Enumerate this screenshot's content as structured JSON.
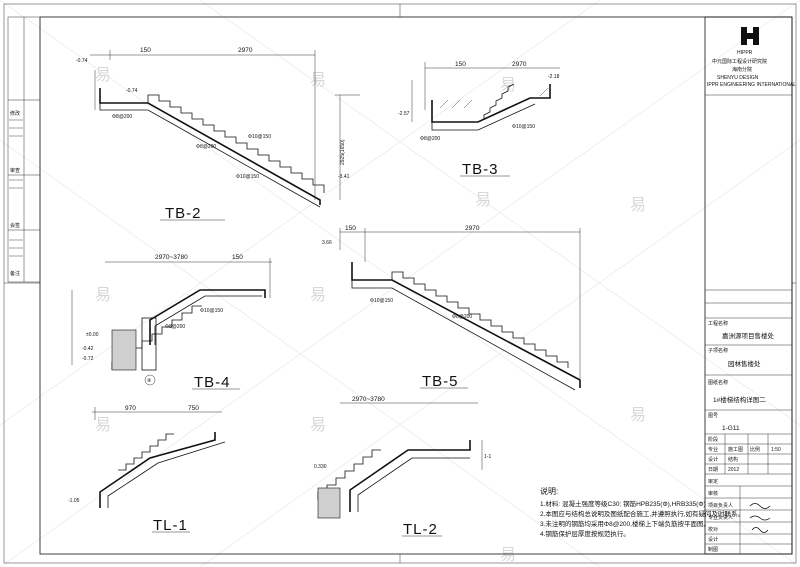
{
  "drawing": {
    "views": [
      {
        "id": "TB-2",
        "title": "TB-2"
      },
      {
        "id": "TB-3",
        "title": "TB-3"
      },
      {
        "id": "TB-4",
        "title": "TB-4"
      },
      {
        "id": "TB-5",
        "title": "TB-5"
      },
      {
        "id": "TL-1",
        "title": "TL-1"
      },
      {
        "id": "TL-2",
        "title": "TL-2"
      }
    ],
    "dimensions": {
      "tb2_top_left": "150",
      "tb2_top_right": "2970",
      "tb2_height": "2925(1650)",
      "tb2_level_top": "-0.74",
      "tb2_level_mid": "-0.74",
      "tb2_level_bottom": "-3.41",
      "tb2_bar1": "Φ8@200",
      "tb2_bar2": "Φ8@200",
      "tb2_bar3": "Φ10@150",
      "tb2_bar4": "Φ10@150",
      "tb3_top": "2970",
      "tb3_left": "150",
      "tb3_level": "-2.18",
      "tb3_level2": "-2.57",
      "tb3_bar": "Φ8@200",
      "tb3_bar2": "Φ10@150",
      "tb4_top": "2970~3780",
      "tb4_right": "150",
      "tb4_level": "±0.00",
      "tb4_level2": "-0.42",
      "tb4_level3": "-0.72",
      "tb4_bar": "Φ10@150",
      "tb4_bar2": "Φ8@200",
      "tb4_axis": "⑧",
      "tb5_left": "150",
      "tb5_top": "2970",
      "tb5_level": "3.66",
      "tb5_bar": "Φ10@150",
      "tb5_bar2": "Φ8@200",
      "tl1_top": "970",
      "tl1_right": "750",
      "tl1_level": "-1.05",
      "tl2_top": "2970~3780",
      "tl2_level": "0.330",
      "tl2_sec": "1-1"
    },
    "notes_title": "说明:",
    "notes": [
      "1.材料: 混凝土强度等级C30; 钢筋HPB235(Φ),HRB335(Φ)",
      "2.本图应与结构总说明及图纸配合施工,并遵照执行,如有疑问及时联系。",
      "3.未注明的钢筋均采用Φ8@200,楼梯上下端负筋按平面图。",
      "4.钢筋保护层厚度按规范执行。"
    ]
  },
  "title_block": {
    "company_en_1": "SHENYU DESIGN",
    "company_logo_text": "HIPPR",
    "company_cn": "中元国际工程设计研究院",
    "company_cn2": "海南分院",
    "company_en_2": "IPPR ENGINEERING INTERNATIONAL",
    "project_label": "工程名称",
    "project_name": "嘉洲源项目售楼处",
    "subproject_label": "子项名称",
    "subproject_name": "园林售楼处",
    "drawing_label": "图纸名称",
    "drawing_name": "1#楼梯结构详图二",
    "drawing_no_label": "图号",
    "drawing_no": "1-G11",
    "row_labels": [
      "阶段",
      "专业",
      "设计",
      "比例",
      "日期"
    ],
    "row_values": [
      "施工图",
      "结构",
      "1:50",
      "2012"
    ],
    "sign_rows": [
      "审定",
      "审核",
      "项目负责人",
      "专业负责人",
      "校对",
      "设计",
      "制图"
    ],
    "left_labels": [
      "修改",
      "审查",
      "会签",
      "备注"
    ]
  }
}
